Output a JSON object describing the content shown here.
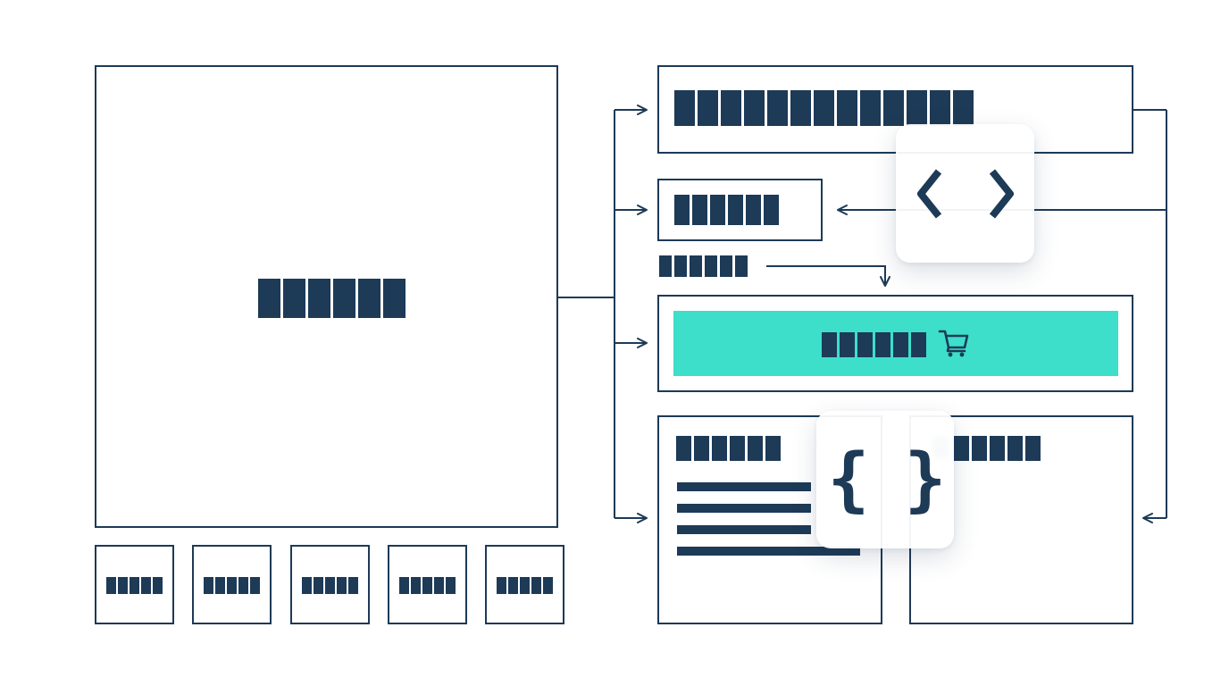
{
  "diagram": {
    "colors": {
      "stroke": "#1d3a57",
      "accent": "#3ddfca",
      "background": "#ffffff"
    },
    "main_panel": {
      "redacted_label_blocks": 6
    },
    "thumbnails": {
      "count": 5,
      "redacted_label_blocks_each": 5
    },
    "title_bar": {
      "redacted_label_blocks": 13
    },
    "price_box": {
      "redacted_label_blocks": 6
    },
    "small_label": {
      "redacted_label_blocks": 6
    },
    "cart_button": {
      "redacted_label_blocks": 6,
      "icon": "cart-icon"
    },
    "details_left": {
      "redacted_heading_blocks": 6,
      "text_lines": 4
    },
    "details_right": {
      "redacted_heading_blocks": 5
    },
    "code_badge": {
      "icon": "code-brackets-icon",
      "text": "< >"
    },
    "json_badge": {
      "icon": "curly-braces-icon",
      "text": "{ }"
    }
  }
}
